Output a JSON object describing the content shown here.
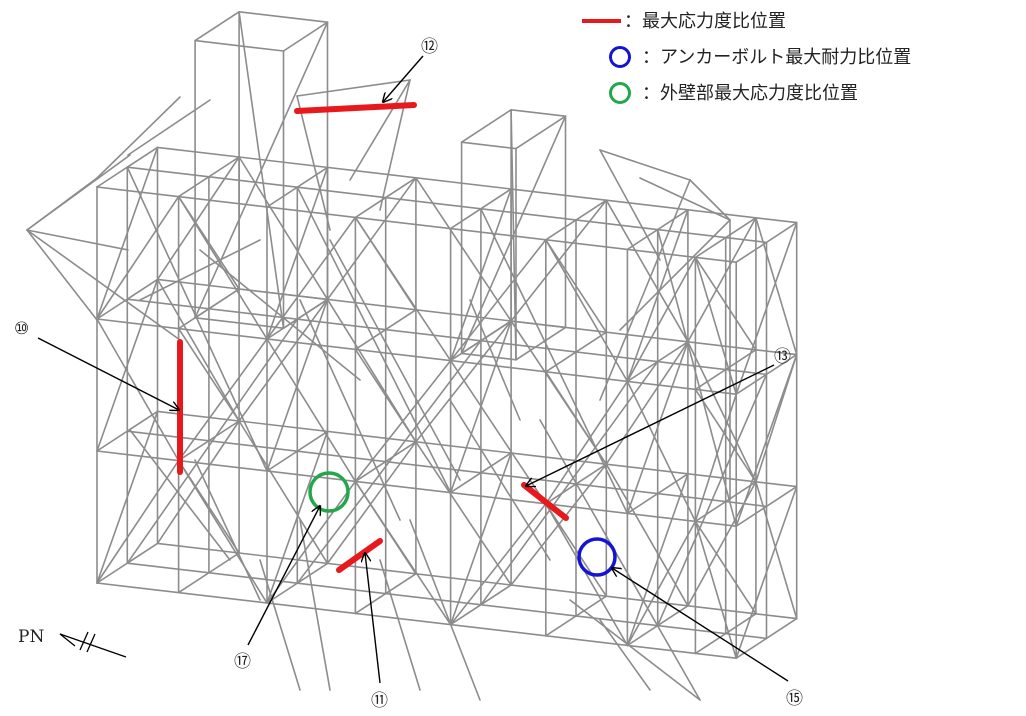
{
  "legend": [
    {
      "symbol": "red-line",
      "text": "：最大応力度比位置",
      "color": "#e8191c"
    },
    {
      "symbol": "blue-circle",
      "text": "：アンカーボルト最大耐力比位置",
      "color": "#1414d2"
    },
    {
      "symbol": "green-circle",
      "text": "：外壁部最大応力度比位置",
      "color": "#22a84a"
    }
  ],
  "callouts": {
    "c10": "⑩",
    "c11": "⑪",
    "c12": "⑫",
    "c13": "⑬",
    "c15": "⑮",
    "c17": "⑰"
  },
  "north_label": "PN",
  "colors": {
    "frame": "#8c8c8c",
    "max_stress": "#e8191c",
    "anchor": "#1414d2",
    "wall": "#22a84a"
  }
}
